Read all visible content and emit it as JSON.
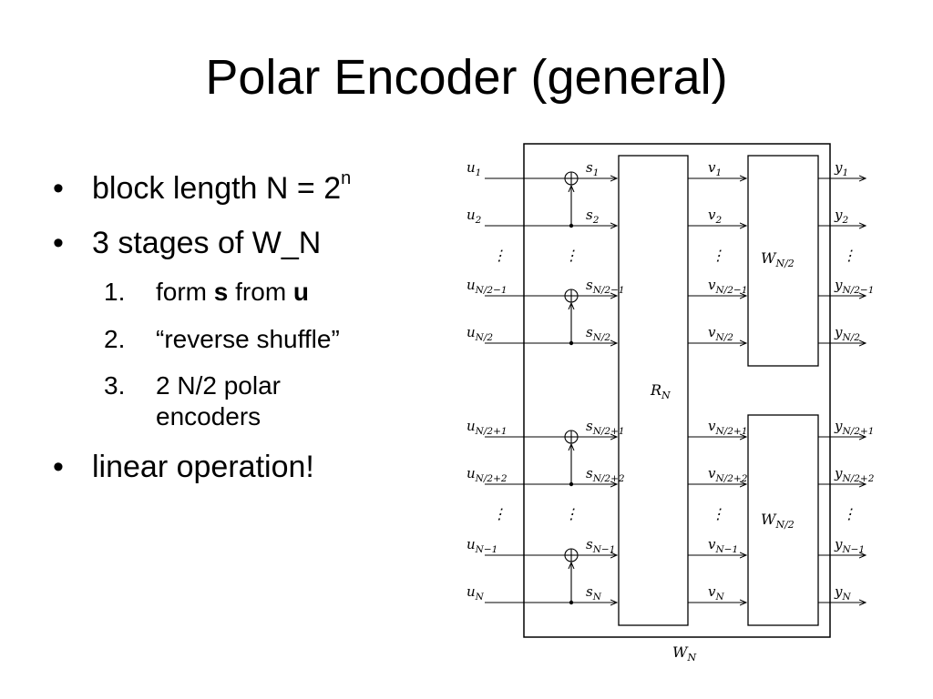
{
  "slide": {
    "title": "Polar Encoder (general)",
    "bullets": [
      {
        "text": "block length N = 2",
        "sup": "n"
      },
      {
        "text": "3 stages of W_N"
      },
      {
        "text": "linear operation!"
      }
    ],
    "steps": [
      {
        "num": "1.",
        "pre": "form ",
        "b1": "s",
        "mid": " from ",
        "b2": "u"
      },
      {
        "num": "2.",
        "text": "“reverse shuffle”"
      },
      {
        "num": "3.",
        "line1": "2 N/2 polar",
        "line2": "encoders"
      }
    ]
  },
  "diagram": {
    "outer_label": {
      "base": "W",
      "sub": "N"
    },
    "rn_label": {
      "base": "R",
      "sub": "N"
    },
    "top_block_label": {
      "base": "W",
      "sub": "N/2"
    },
    "bottom_block_label": {
      "base": "W",
      "sub": "N/2"
    },
    "rows": [
      {
        "u": "1",
        "s": "1",
        "v": "1",
        "y": "1",
        "xor": true,
        "ellipsis_after": false
      },
      {
        "u": "2",
        "s": "2",
        "v": "2",
        "y": "2",
        "xor": false,
        "ellipsis_after": true
      },
      {
        "u": "N/2−1",
        "s": "N/2−1",
        "v": "N/2−1",
        "y": "N/2−1",
        "xor": true,
        "ellipsis_after": false
      },
      {
        "u": "N/2",
        "s": "N/2",
        "v": "N/2",
        "y": "N/2",
        "xor": false,
        "ellipsis_after": false
      },
      {
        "u": "N/2+1",
        "s": "N/2+1",
        "v": "N/2+1",
        "y": "N/2+1",
        "xor": true,
        "ellipsis_after": false
      },
      {
        "u": "N/2+2",
        "s": "N/2+2",
        "v": "N/2+2",
        "y": "N/2+2",
        "xor": false,
        "ellipsis_after": true
      },
      {
        "u": "N−1",
        "s": "N−1",
        "v": "N−1",
        "y": "N−1",
        "xor": true,
        "ellipsis_after": false
      },
      {
        "u": "N",
        "s": "N",
        "v": "N",
        "y": "N",
        "xor": false,
        "ellipsis_after": false
      }
    ]
  }
}
